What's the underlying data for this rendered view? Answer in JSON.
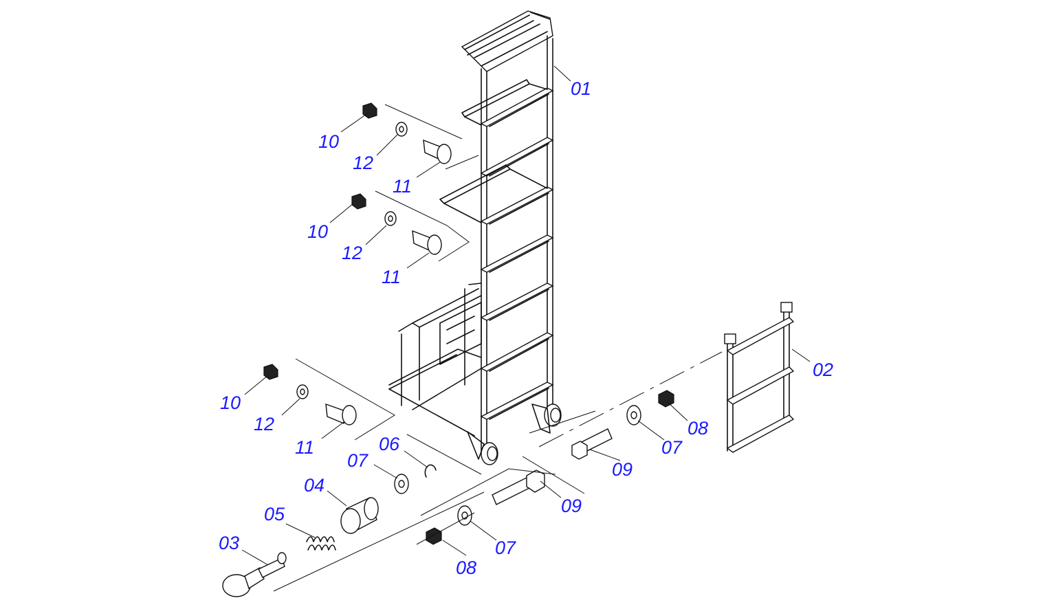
{
  "labels": [
    {
      "id": "01",
      "text": "01"
    },
    {
      "id": "02",
      "text": "02"
    },
    {
      "id": "03",
      "text": "03"
    },
    {
      "id": "04",
      "text": "04"
    },
    {
      "id": "05",
      "text": "05"
    },
    {
      "id": "06",
      "text": "06"
    },
    {
      "id": "07a",
      "text": "07"
    },
    {
      "id": "07b",
      "text": "07"
    },
    {
      "id": "07c",
      "text": "07"
    },
    {
      "id": "08a",
      "text": "08"
    },
    {
      "id": "08b",
      "text": "08"
    },
    {
      "id": "09a",
      "text": "09"
    },
    {
      "id": "09b",
      "text": "09"
    },
    {
      "id": "10a",
      "text": "10"
    },
    {
      "id": "10b",
      "text": "10"
    },
    {
      "id": "10c",
      "text": "10"
    },
    {
      "id": "11a",
      "text": "11"
    },
    {
      "id": "11b",
      "text": "11"
    },
    {
      "id": "11c",
      "text": "11"
    },
    {
      "id": "12a",
      "text": "12"
    },
    {
      "id": "12b",
      "text": "12"
    },
    {
      "id": "12c",
      "text": "12"
    }
  ],
  "colors": {
    "label": "#1a1aff",
    "ink": "#111111",
    "background": "#ffffff"
  }
}
